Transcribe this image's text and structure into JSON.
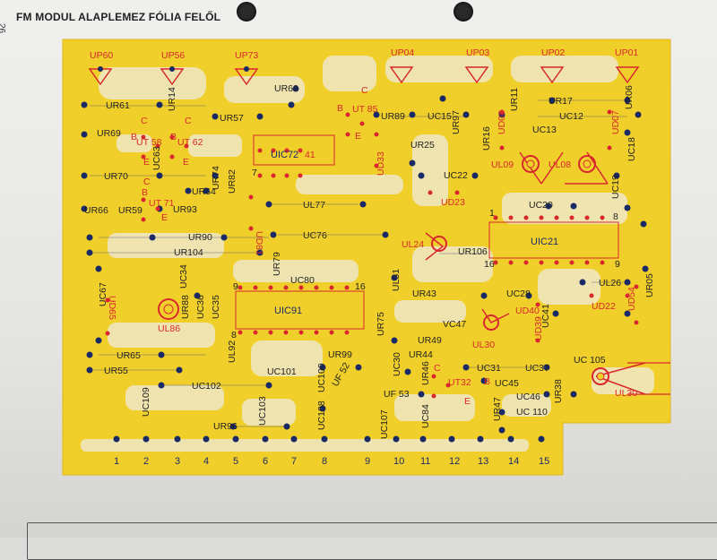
{
  "document": {
    "title": "FM MODUL ALAPLEMEZ FÓLIA FELŐL",
    "page_number": "26"
  },
  "colors": {
    "board": "#f1cf2a",
    "trace": "#f2c91c",
    "pad": "#1a2a66",
    "red": "#d8282e",
    "paper": "#ececea"
  },
  "labels": {
    "up60": "UP60",
    "up56": "UP56",
    "up73": "UP73",
    "up04": "UP04",
    "up03": "UP03",
    "up02": "UP02",
    "up01": "UP01",
    "ur61": "UR61",
    "ur14": "UR14",
    "ur68": "UR68",
    "ur57": "UR57",
    "ur89": "UR89",
    "uc15": "UC15",
    "ur11": "UR11",
    "ur17": "UR17",
    "ur06": "UR06",
    "uc12": "UC12",
    "ur69": "UR69",
    "ut58": "UT 58",
    "ut62": "UT 62",
    "ut85": "UT 85",
    "uic72": "UIC72",
    "uc41": "41",
    "uc63": "UC63",
    "ud33": "UD33",
    "ur25": "UR25",
    "ur97": "UR97",
    "ur16": "UR16",
    "uc13": "UC13",
    "ud07": "UD07",
    "ud08": "UD08",
    "uc18": "UC18",
    "ur70": "UR70",
    "ur74": "UR74",
    "ur82": "UR82",
    "uc22": "UC22",
    "ul09": "UL09",
    "ul08": "UL08",
    "uc19": "UC19",
    "ur64": "UR64",
    "ut71": "UT 71",
    "ur66": "UR66",
    "ur59": "UR59",
    "ur93": "UR93",
    "ul77": "UL77",
    "ud23": "UD23",
    "uc20": "UC20",
    "ud81": "UD81",
    "ur90": "UR90",
    "uc76": "UC76",
    "ul24": "UL24",
    "ur106": "UR106",
    "uic21": "UIC21",
    "ur104": "UR104",
    "ur79": "UR79",
    "uc67": "UC67",
    "uc34": "UC34",
    "uc80": "UC80",
    "ul51": "UL51",
    "ur05": "UR05",
    "ul26": "UL26",
    "ud65": "UD65",
    "ul86": "UL86",
    "ur88": "UR88",
    "uc36": "UC36",
    "uc35": "UC35",
    "uic91": "UIC91",
    "ur43": "UR43",
    "uc28": "UC28",
    "ud22": "UD22",
    "ud54": "UD54",
    "ud40": "UD40",
    "ud39": "UD39",
    "uc41b": "UC41",
    "vc47": "VC47",
    "ur75": "UR75",
    "ur65": "UR65",
    "ur49": "UR49",
    "ul30a": "UL30",
    "ul30b": "UL30",
    "uc105": "UC 105",
    "ur55": "UR55",
    "ul92": "UL92",
    "ur99": "UR99",
    "ur44": "UR44",
    "uc101": "UC101",
    "uc31": "UC31",
    "uc37": "UC37",
    "ut32": "UT32",
    "uc45": "UC45",
    "ur46": "UR46",
    "uc46": "UC46",
    "uc109": "UC109",
    "uc102": "UC102",
    "uc100": "UC100",
    "uf52": "UF 52",
    "uc30": "UC30",
    "uf53": "UF 53",
    "ur38": "UR38",
    "ur47": "UR47",
    "uc110": "UC 110",
    "uc103": "UC103",
    "ur96": "UR96",
    "uc108": "UC108",
    "uc107": "UC107",
    "uc84": "UC84",
    "pin_b": "B",
    "pin_c": "C",
    "pin_e": "E",
    "n7": "7",
    "n8": "8",
    "n9": "9",
    "n16": "16",
    "n1": "1"
  },
  "connector_numbers": [
    "1",
    "2",
    "3",
    "4",
    "5",
    "6",
    "7",
    "8",
    "9",
    "10",
    "11",
    "12",
    "13",
    "14",
    "15"
  ]
}
